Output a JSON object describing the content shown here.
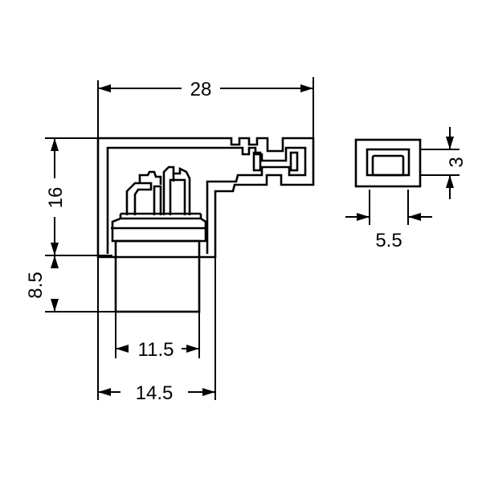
{
  "dimensions": {
    "overall_width": "28",
    "height_upper": "16",
    "height_lower": "8.5",
    "inner_width": "11.5",
    "base_width": "14.5",
    "end_view_width": "5.5",
    "end_view_height": "3"
  }
}
